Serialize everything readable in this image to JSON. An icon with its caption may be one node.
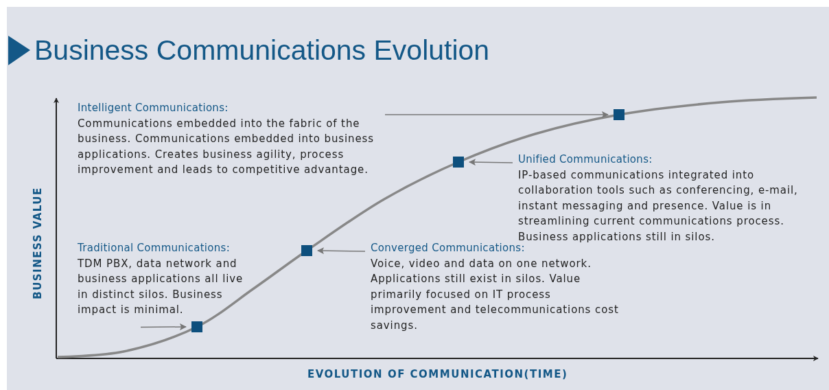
{
  "diagram": {
    "title": "Business Communications Evolution",
    "nodes": [
      {
        "text": [
          "Intelligent Communications:",
          "Communications embedded into the fabric of the business. Communications embedded into business applications. Creates business agility, process improvement and leads to competitive advantage."
        ]
      },
      {
        "text": [],
        "shape": "box"
      },
      {
        "text": [
          "Unified Communications:",
          "IP-based communications integrated into collaboration tools such as conferencing, e-mail, instant messaging and presence. Value is in streamlining current communications process. Business applications still in silos."
        ]
      },
      {
        "text": [],
        "shape": "box"
      },
      {
        "text": [
          "Traditional Communications:",
          "TDM PBX, data network and business applications all live in distinct silos. Business impact is minimal."
        ]
      },
      {
        "text": [],
        "shape": "box"
      },
      {
        "text": [
          "Converged Communications:",
          "Voice, video and data on one network. Applications still exist in silos. Value primarily focused on IT process improvement and telecommunications cost savings."
        ]
      },
      {
        "text": [],
        "shape": "box"
      }
    ],
    "edges": [
      {
        "from": 0,
        "to": 1,
        "arrow": "to"
      },
      {
        "from": 2,
        "to": 3,
        "arrow": "to"
      },
      {
        "from": 6,
        "to": 5,
        "arrow": "to"
      },
      {
        "from": 4,
        "to": 7,
        "arrow": "to"
      }
    ],
    "labels": [
      "BUSINESS VALUE",
      "EVOLUTION OF COMMUNICATION(TIME)"
    ]
  }
}
